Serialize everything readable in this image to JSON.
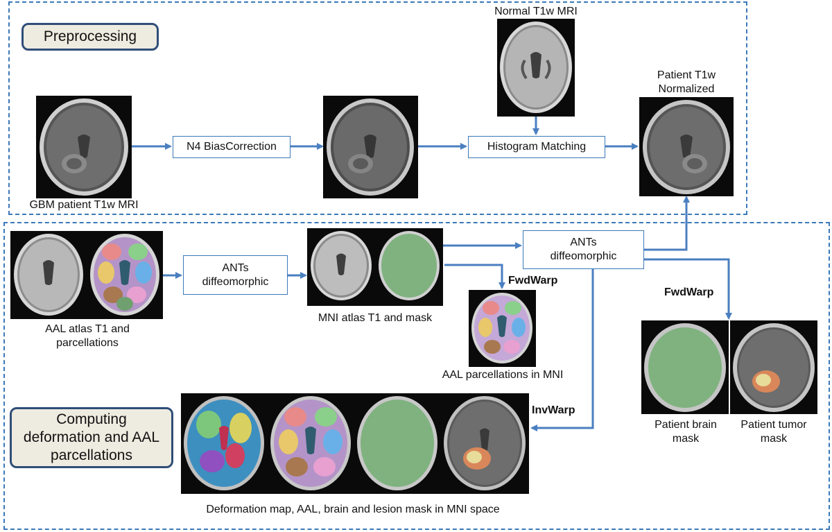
{
  "sections": {
    "preprocessing": {
      "title": "Preprocessing"
    },
    "computing": {
      "title": "Computing deformation and AAL parcellations"
    }
  },
  "nodes": {
    "gbm_label": "GBM patient T1w MRI",
    "normal_label": "Normal T1w MRI",
    "patient_norm_label": "Patient T1w Normalized",
    "n4": "N4 BiasCorrection",
    "histogram": "Histogram Matching",
    "ants1": "ANTs diffeomorphic",
    "ants2": "ANTs diffeomorphic",
    "aal_atlas_label": "AAL atlas T1 and parcellations",
    "mni_label": "MNI atlas T1 and mask",
    "aal_mni_label": "AAL parcellations in MNI",
    "brain_mask_label": "Patient brain mask",
    "tumor_mask_label": "Patient tumor mask",
    "deform_label": "Deformation map, AAL, brain and lesion mask in MNI space"
  },
  "edges": {
    "fwdwarp_1": "FwdWarp",
    "fwdwarp_2": "FwdWarp",
    "invwarp": "InvWarp"
  },
  "colors": {
    "arrow": "#4a7fc0",
    "dash_border": "#3b78b8",
    "title_fill": "#eeebe0",
    "title_border": "#2f4e78",
    "mask_green": "#7fb27f"
  }
}
